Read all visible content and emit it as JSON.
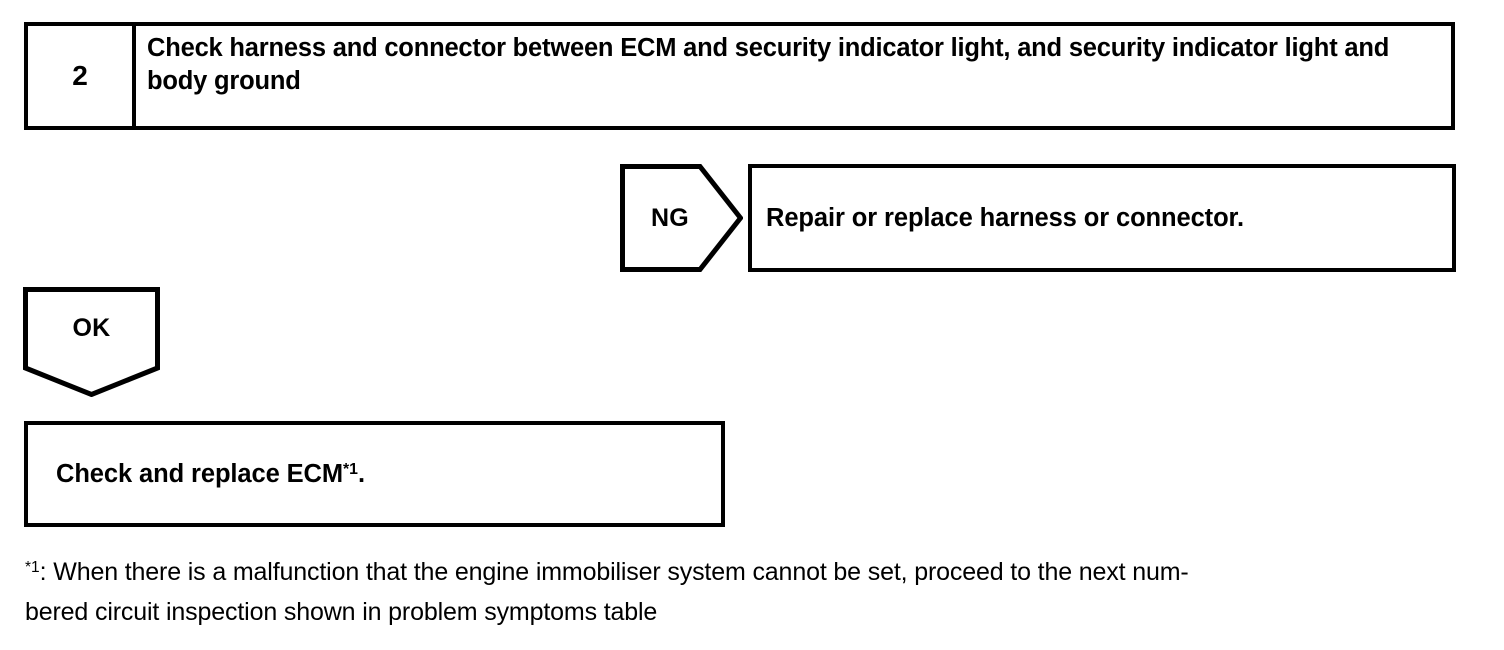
{
  "document": {
    "type": "diagnostic-flowchart",
    "colors": {
      "ink": "#000000",
      "background": "#ffffff"
    }
  },
  "step": {
    "number": "2",
    "instruction": "Check harness and connector between ECM and security indicator light, and security indicator light and body ground"
  },
  "branches": {
    "ng": {
      "label": "NG",
      "result_text": "Repair or replace harness or connector."
    },
    "ok": {
      "label": "OK",
      "result_text_before_ref": "Check and replace ECM",
      "result_ref": "*1",
      "result_text_after_ref": "."
    }
  },
  "footnote": {
    "marker": "*1",
    "separator": ": ",
    "line1": "When there is a malfunction that the engine immobiliser system cannot be set, proceed to the next num-",
    "line2": "bered circuit inspection shown in problem symptoms table"
  }
}
